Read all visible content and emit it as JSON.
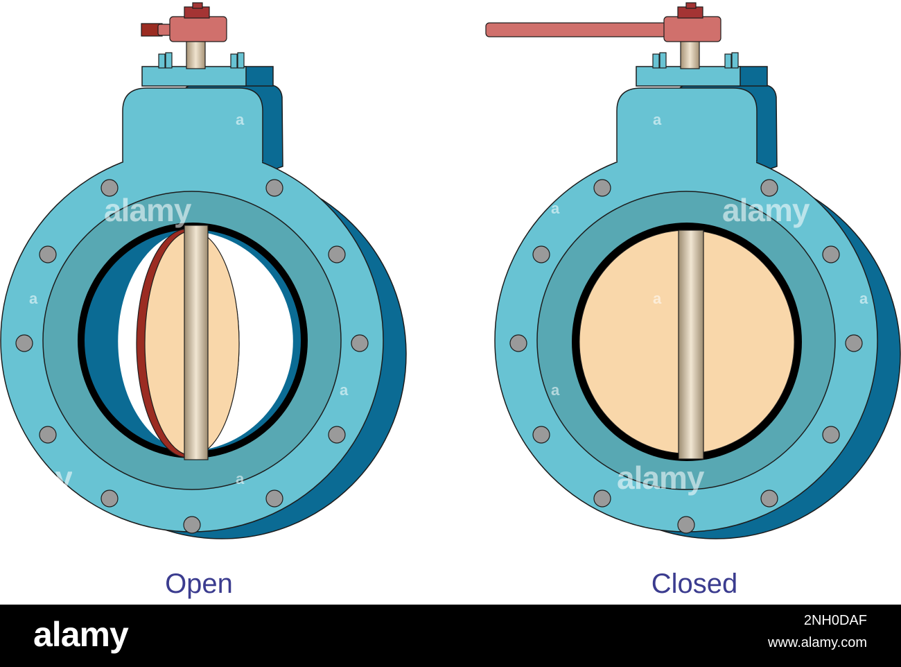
{
  "captions": {
    "open": "Open",
    "closed": "Closed"
  },
  "watermark": {
    "word": "alamy",
    "letter": "a"
  },
  "footer": {
    "logo": "alamy",
    "image_id": "2NH0DAF",
    "site": "www.alamy.com"
  },
  "states": [
    {
      "name": "open",
      "handle": "short handle, turned toward viewer",
      "disc": "edge-on, 90 degrees"
    },
    {
      "name": "closed",
      "handle": "long handle, horizontal to the left",
      "disc": "face-on, blocking the bore"
    }
  ],
  "colors": {
    "body": "#68c3d3",
    "body_side": "#0b6b94",
    "inner_ring": "#58a8b3",
    "bolt": "#9a9a9a",
    "disc": "#f9d7aa",
    "disc_edge": "#9b2c22",
    "stem": "#c9ae8c",
    "handle": "#d0706c",
    "nut": "#a43434",
    "outline": "#1c1c1c",
    "caption": "#3b3c8f"
  }
}
